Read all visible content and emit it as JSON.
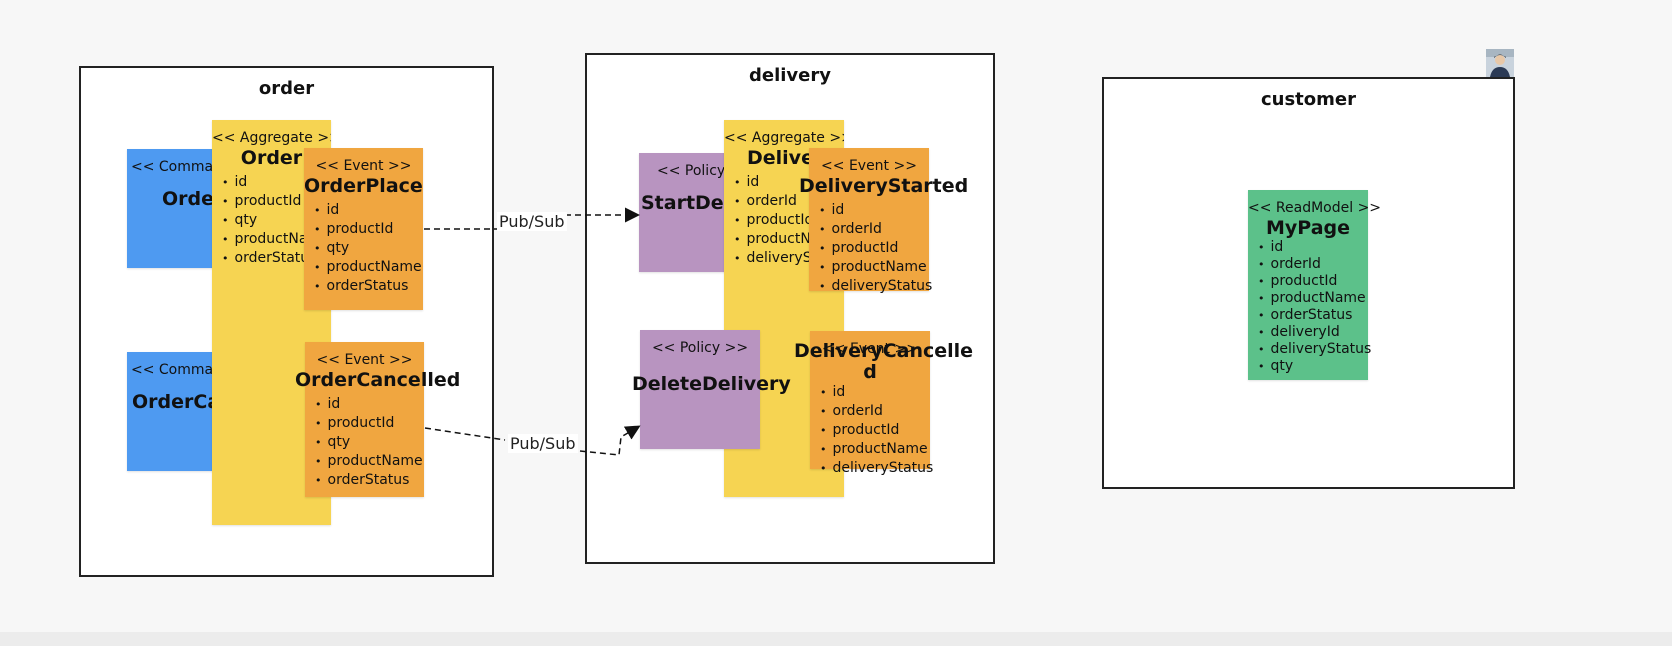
{
  "contexts": {
    "order": "order",
    "delivery": "delivery",
    "customer": "customer"
  },
  "order": {
    "command1": {
      "stereotype": "<< Command >>",
      "name": "OrderPlace"
    },
    "command2": {
      "stereotype": "<< Command >>",
      "name": "OrderCancel"
    },
    "aggregate": {
      "stereotype": "<< Aggregate >>",
      "name": "Order",
      "attributes": [
        "id",
        "productId",
        "qty",
        "productName",
        "orderStatus"
      ]
    },
    "event1": {
      "stereotype": "<< Event >>",
      "name": "OrderPlaced",
      "attributes": [
        "id",
        "productId",
        "qty",
        "productName",
        "orderStatus"
      ]
    },
    "event2": {
      "stereotype": "<< Event >>",
      "name": "OrderCancelled",
      "attributes": [
        "id",
        "productId",
        "qty",
        "productName",
        "orderStatus"
      ]
    }
  },
  "delivery": {
    "policy1": {
      "stereotype": "<< Policy >>",
      "name": "StartDelivery"
    },
    "policy2": {
      "stereotype": "<< Policy >>",
      "name": "DeleteDelivery"
    },
    "aggregate": {
      "stereotype": "<< Aggregate >>",
      "name": "Delivery",
      "attributes": [
        "id",
        "orderId",
        "productId",
        "productName",
        "deliveryStatus"
      ]
    },
    "event1": {
      "stereotype": "<< Event >>",
      "name": "DeliveryStarted",
      "attributes": [
        "id",
        "orderId",
        "productId",
        "productName",
        "deliveryStatus"
      ]
    },
    "event2": {
      "stereotype": "<< Event >>",
      "name_line1": "DeliveryCancelle",
      "name_line2": "d",
      "attributes": [
        "id",
        "orderId",
        "productId",
        "productName",
        "deliveryStatus"
      ]
    }
  },
  "customer": {
    "readmodel": {
      "stereotype": "<< ReadModel >>",
      "name": "MyPage",
      "attributes": [
        "id",
        "orderId",
        "productId",
        "productName",
        "orderStatus",
        "deliveryId",
        "deliveryStatus",
        "qty"
      ]
    }
  },
  "links": {
    "link1": "Pub/Sub",
    "link2": "Pub/Sub"
  },
  "colors": {
    "command": "#4e9af1",
    "aggregate": "#f6d452",
    "event": "#f0a640",
    "policy": "#b894c0",
    "readmodel": "#5cc18a"
  }
}
